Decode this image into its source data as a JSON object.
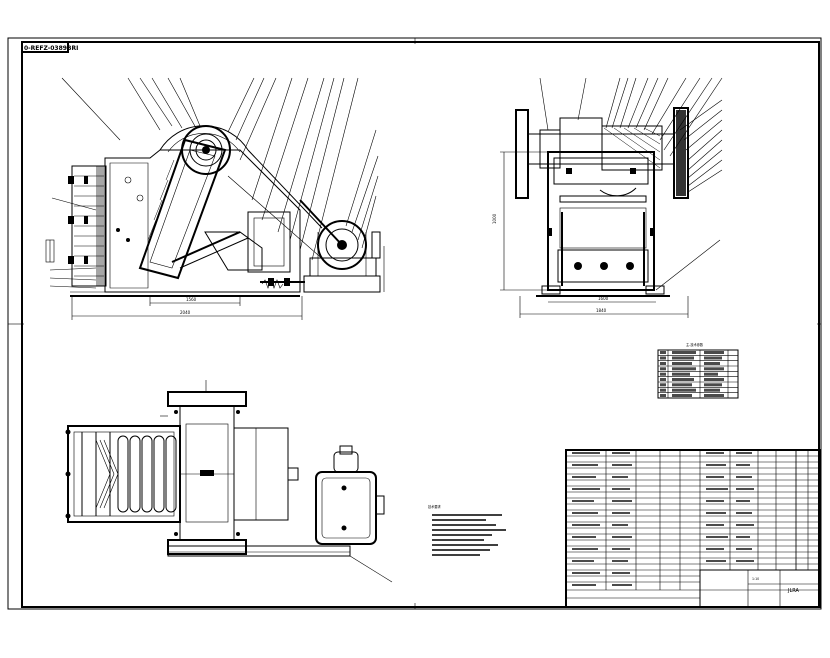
{
  "drawing": {
    "title_tag": "0-REFZ-0389BRI",
    "sheet_name": "JLRA",
    "view_front": {
      "dims": [
        "1560",
        "2040"
      ]
    },
    "view_side": {
      "dims": [
        "1600",
        "1840",
        "1000"
      ]
    },
    "spec_table": {
      "caption": "主-技术参数",
      "rows": 9
    },
    "notes_heading": "技术要求",
    "notes_lines": 9,
    "title_block": {
      "name": "JLRA",
      "scale": "1:10"
    }
  }
}
